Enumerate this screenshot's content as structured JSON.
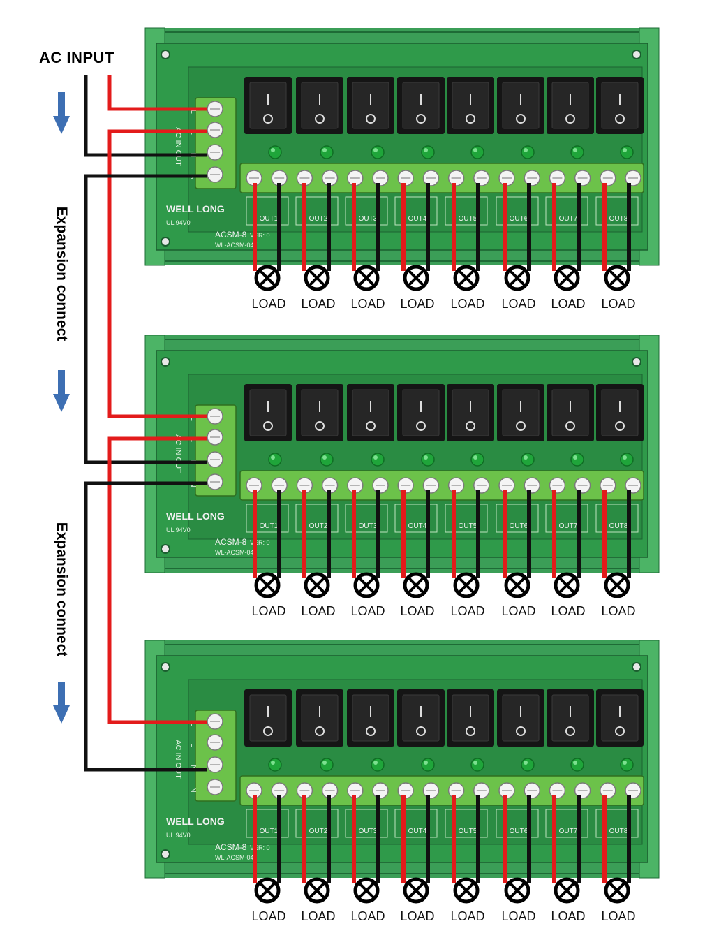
{
  "title": "AC INPUT",
  "expansion_label": "Expansion connect",
  "boards": [
    {
      "brand": "WELL LONG",
      "rating": "UL 94V0",
      "model": "ACSM-8",
      "version": "VER: 0",
      "part_number": "WL-ACSM-047",
      "input_terminal_label": "AC IN OUT",
      "input_terminal_pins": [
        "L",
        "L",
        "N",
        "N"
      ],
      "outputs": [
        "OUT1",
        "OUT2",
        "OUT3",
        "OUT4",
        "OUT5",
        "OUT6",
        "OUT7",
        "OUT8"
      ],
      "load_label": "LOAD"
    },
    {
      "brand": "WELL LONG",
      "rating": "UL 94V0",
      "model": "ACSM-8",
      "version": "VER: 0",
      "part_number": "WL-ACSM-047",
      "input_terminal_label": "AC IN OUT",
      "input_terminal_pins": [
        "L",
        "L",
        "N",
        "N"
      ],
      "outputs": [
        "OUT1",
        "OUT2",
        "OUT3",
        "OUT4",
        "OUT5",
        "OUT6",
        "OUT7",
        "OUT8"
      ],
      "load_label": "LOAD"
    },
    {
      "brand": "WELL LONG",
      "rating": "UL 94V0",
      "model": "ACSM-8",
      "version": "VER: 0",
      "part_number": "WL-ACSM-047",
      "input_terminal_label": "AC IN OUT",
      "input_terminal_pins": [
        "L",
        "L",
        "N",
        "N"
      ],
      "outputs": [
        "OUT1",
        "OUT2",
        "OUT3",
        "OUT4",
        "OUT5",
        "OUT6",
        "OUT7",
        "OUT8"
      ],
      "load_label": "LOAD"
    }
  ],
  "colors": {
    "board_green": "#2f9a4a",
    "rail_green": "#3aa655",
    "terminal_green": "#6cc24a",
    "live_wire": "#e31b1b",
    "neutral_wire": "#111111",
    "arrow_blue": "#3d6fb3",
    "switch_black": "#151515",
    "led_green": "#1fa53a"
  }
}
